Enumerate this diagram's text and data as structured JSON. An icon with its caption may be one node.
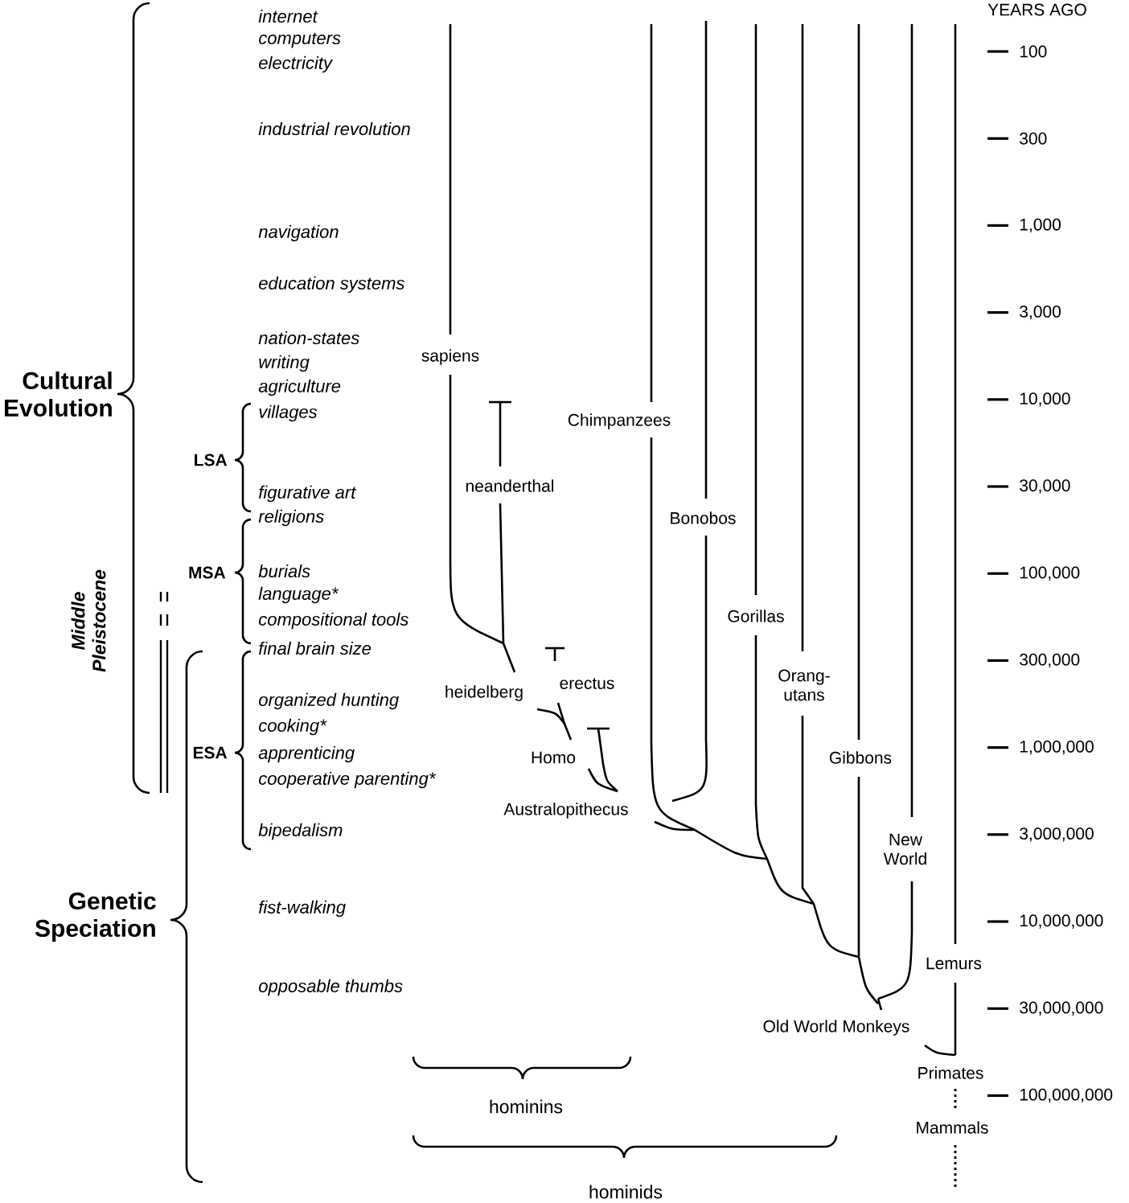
{
  "diagram": {
    "labels": [
      "Cultural Evolution",
      "Genetic Speciation",
      "Middle Pleistocene",
      "LSA",
      "MSA",
      "ESA",
      "internet",
      "computers",
      "electricity",
      "industrial revolution",
      "navigation",
      "education systems",
      "nation-states",
      "writing",
      "agriculture",
      "villages",
      "figurative art",
      "religions",
      "burials",
      "language*",
      "compositional tools",
      "final brain size",
      "organized hunting",
      "cooking*",
      "apprenticing",
      "cooperative parenting*",
      "bipedalism",
      "fist-walking",
      "opposable thumbs",
      "sapiens",
      "neanderthal",
      "Chimpanzees",
      "Bonobos",
      "Gorillas",
      "Orang-utans",
      "heidelberg",
      "erectus",
      "Homo",
      "Gibbons",
      "Australopithecus",
      "New World",
      "Lemurs",
      "Old World Monkeys",
      "Primates",
      "Mammals",
      "hominins",
      "hominids",
      "YEARS AGO",
      "100",
      "300",
      "1,000",
      "3,000",
      "10,000",
      "30,000",
      "100,000",
      "300,000",
      "1,000,000",
      "3,000,000",
      "10,000,000",
      "30,000,000",
      "100,000,000"
    ]
  }
}
